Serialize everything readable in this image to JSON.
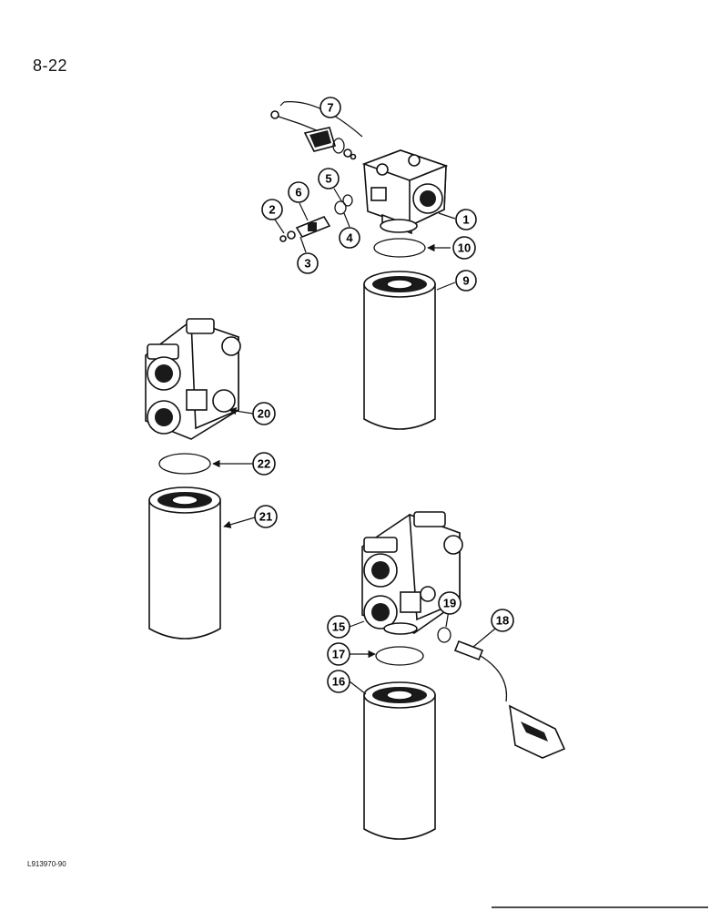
{
  "page": {
    "number": "8-22",
    "figure_code": "L913970-90"
  },
  "callouts": [
    "1",
    "2",
    "3",
    "4",
    "5",
    "6",
    "7",
    "9",
    "10",
    "15",
    "16",
    "17",
    "18",
    "19",
    "20",
    "21",
    "22"
  ]
}
